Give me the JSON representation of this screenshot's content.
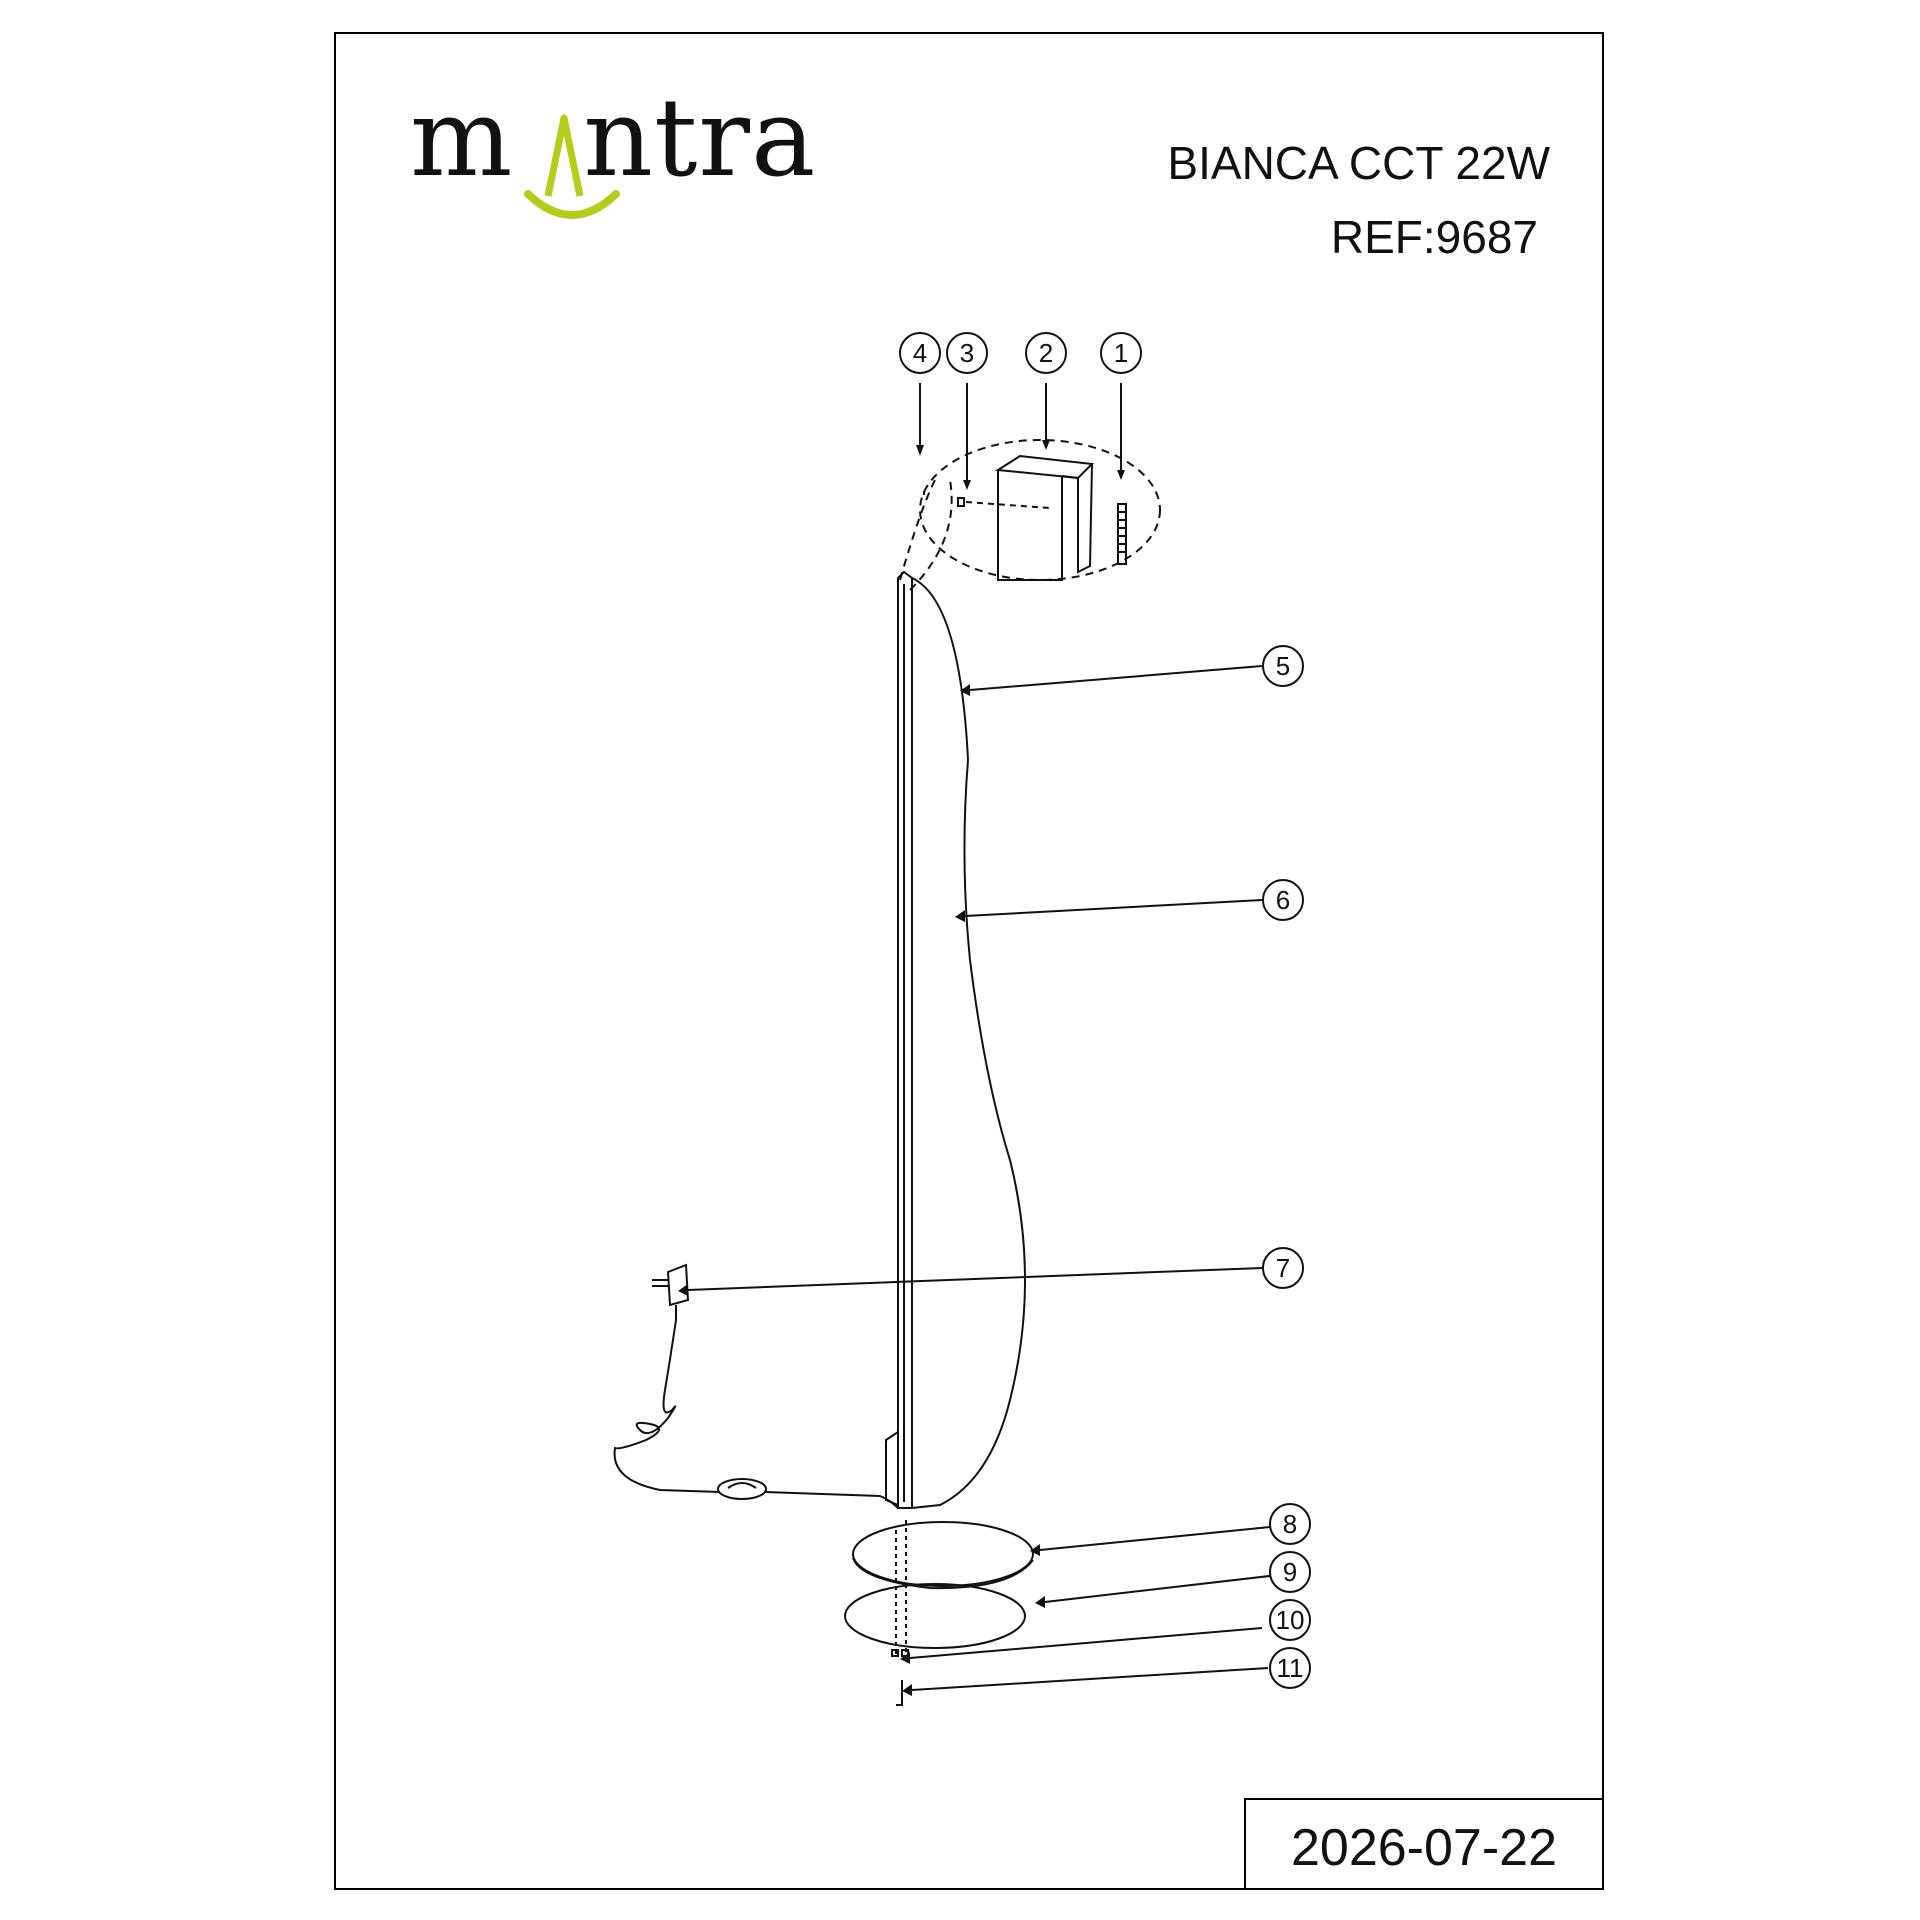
{
  "brand": {
    "name": "mantra",
    "accent_color": "#b5cc1a",
    "logo_icon": "mantra-logo"
  },
  "product": {
    "title": "BIANCA CCT 22W",
    "ref": "REF:9687"
  },
  "footer": {
    "date": "2026-07-22"
  },
  "callouts": [
    "1",
    "2",
    "3",
    "4",
    "5",
    "6",
    "7",
    "8",
    "9",
    "10",
    "11"
  ]
}
